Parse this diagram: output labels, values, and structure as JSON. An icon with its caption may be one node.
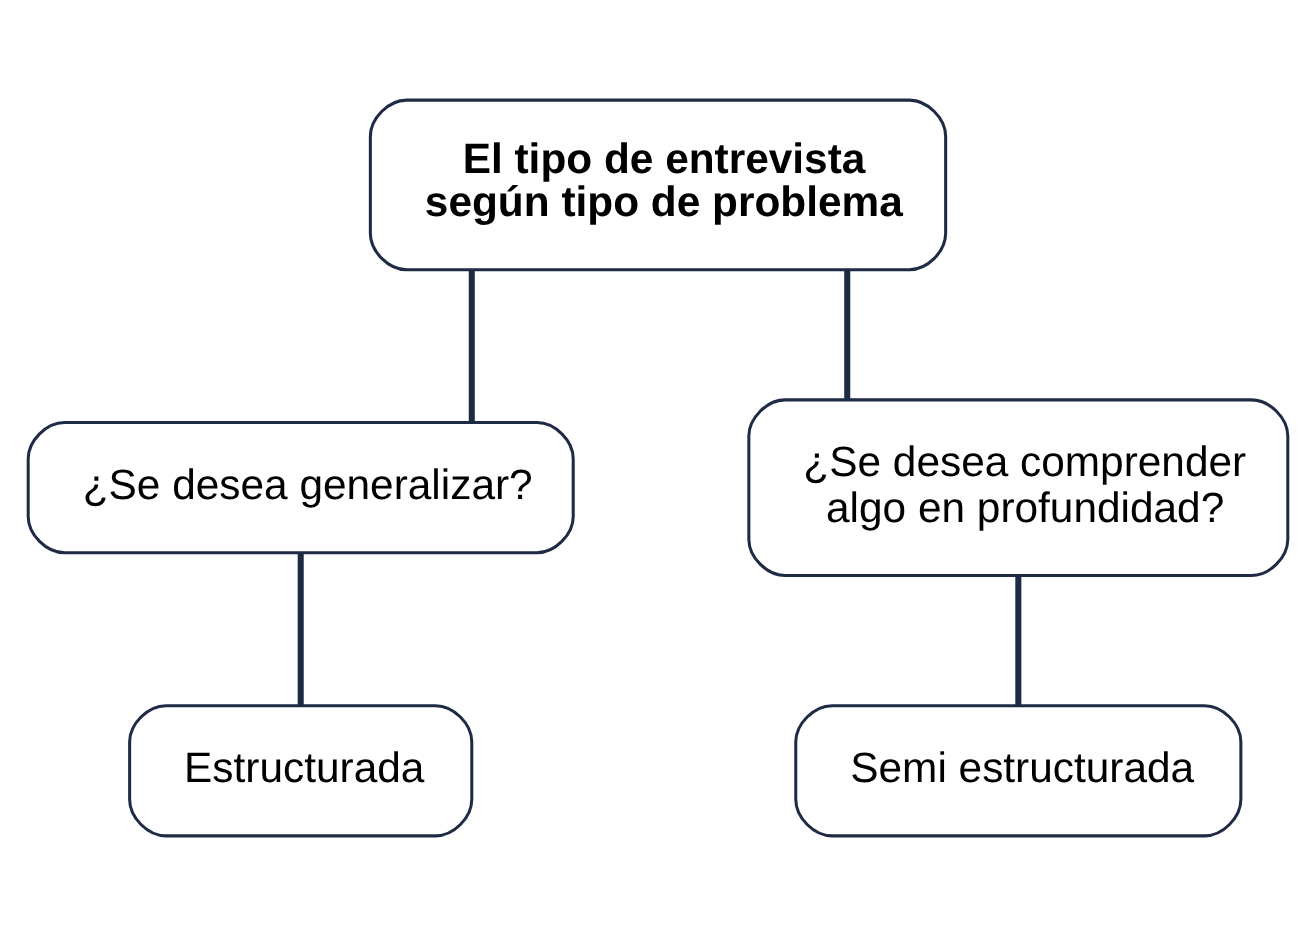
{
  "diagram": {
    "nodes": [
      {
        "text": [
          "El tipo de entrevista según tipo de problema"
        ]
      },
      {
        "text": [
          "¿Se desea generalizar?"
        ]
      },
      {
        "text": [
          "¿Se desea comprender algo en profundidad?"
        ]
      },
      {
        "text": [
          "Estructurada"
        ]
      },
      {
        "text": [
          "Semi estructurada"
        ]
      }
    ],
    "edges": [
      {
        "from": 0,
        "to": 1,
        "arrow": "none"
      },
      {
        "from": 0,
        "to": 2,
        "arrow": "none"
      },
      {
        "from": 1,
        "to": 3,
        "arrow": "none"
      },
      {
        "from": 2,
        "to": 4,
        "arrow": "none"
      }
    ]
  }
}
